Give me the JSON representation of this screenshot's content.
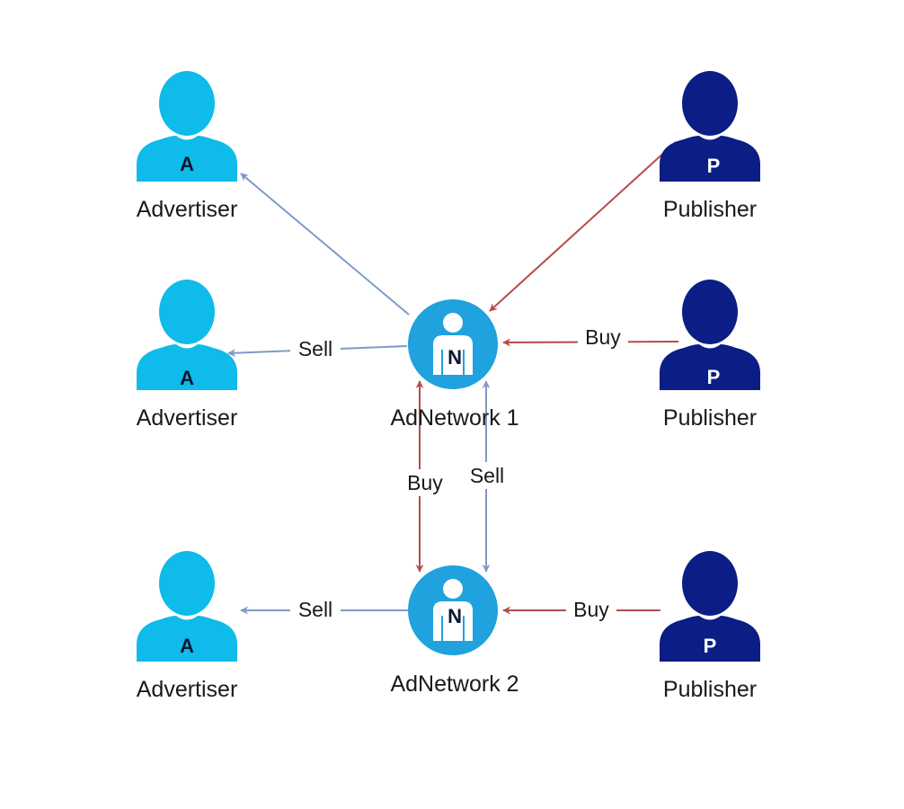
{
  "colors": {
    "advertiser": "#0ebbea",
    "publisher": "#0b1e86",
    "network": "#1fa2de",
    "sell_edge": "#7e9ac9",
    "buy_edge": "#b64b4b"
  },
  "nodes": {
    "advertiser_1": {
      "label": "Advertiser",
      "badge": "A",
      "icon": "person-icon"
    },
    "advertiser_2": {
      "label": "Advertiser",
      "badge": "A",
      "icon": "person-icon"
    },
    "advertiser_3": {
      "label": "Advertiser",
      "badge": "A",
      "icon": "person-icon"
    },
    "publisher_1": {
      "label": "Publisher",
      "badge": "P",
      "icon": "person-icon"
    },
    "publisher_2": {
      "label": "Publisher",
      "badge": "P",
      "icon": "person-icon"
    },
    "publisher_3": {
      "label": "Publisher",
      "badge": "P",
      "icon": "person-icon"
    },
    "adnetwork_1": {
      "label": "AdNetwork 1",
      "badge": "N",
      "icon": "person-in-circle-icon"
    },
    "adnetwork_2": {
      "label": "AdNetwork 2",
      "badge": "N",
      "icon": "person-in-circle-icon"
    }
  },
  "edges": {
    "n1_to_adv1": {
      "label": ""
    },
    "n1_to_adv2": {
      "label": "Sell"
    },
    "pub1_to_n1": {
      "label": ""
    },
    "pub2_to_n1": {
      "label": "Buy"
    },
    "n1_n2_buy": {
      "label": "Buy"
    },
    "n1_n2_sell": {
      "label": "Sell"
    },
    "n2_to_adv3": {
      "label": "Sell"
    },
    "pub3_to_n2": {
      "label": "Buy"
    }
  }
}
